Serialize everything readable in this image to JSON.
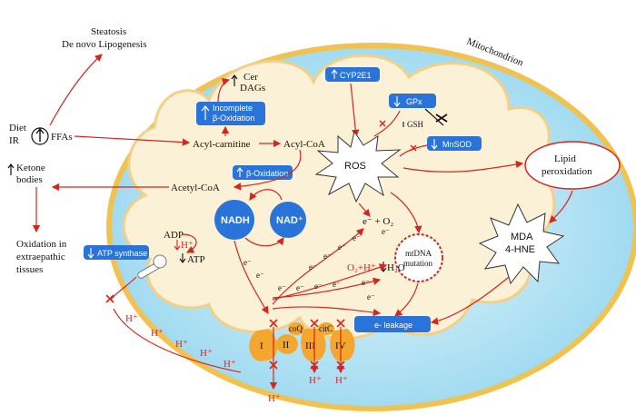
{
  "diagram": {
    "mito_label": "Mitochondrion",
    "diet_ir": [
      "Diet",
      "IR"
    ],
    "ffas": "FFAs",
    "steatosis": "Steatosis",
    "lipogenesis": "De novo Lipogenesis",
    "ketone": [
      "Ketone",
      "bodies"
    ],
    "oxidation_extra": [
      "Oxidation in",
      "extraepathic",
      "tissues"
    ],
    "cer": "Cer",
    "dags": "DAGs",
    "incomplete_box": [
      "Incomplete",
      "β-Oxidation"
    ],
    "cyp_box": "CYP2E1",
    "gpx_box": "GPx",
    "gsh": "GSH",
    "mnsod_box": "MnSOD",
    "acyl_carnitine": "Acyl-carnitine",
    "acyl_coa": "Acyl-CoA",
    "acetyl_coa": "Acetyl-CoA",
    "beta_box": "β-Oxidation",
    "ros": "ROS",
    "lipid_perox": [
      "Lipid",
      "peroxidation"
    ],
    "mda": [
      "MDA",
      "4-HNE"
    ],
    "nadh": "NADH",
    "nad": "NAD⁺",
    "adp": "ADP",
    "hplus_small": "H⁺",
    "atp": "ATP",
    "atp_synthase_box": "ATP synthase",
    "e_o2": "e⁻ + O₂",
    "mtdna": [
      "mtDNA",
      "mutation"
    ],
    "o2_h_h2o": "O₂+H⁺",
    "h2o": "H₂O",
    "leakage_box": "e- leakage",
    "complexes": [
      "I",
      "II",
      "III",
      "IV"
    ],
    "coq": "coQ",
    "cytc": "citC",
    "electron": "e⁻",
    "hplus": "H⁺"
  }
}
